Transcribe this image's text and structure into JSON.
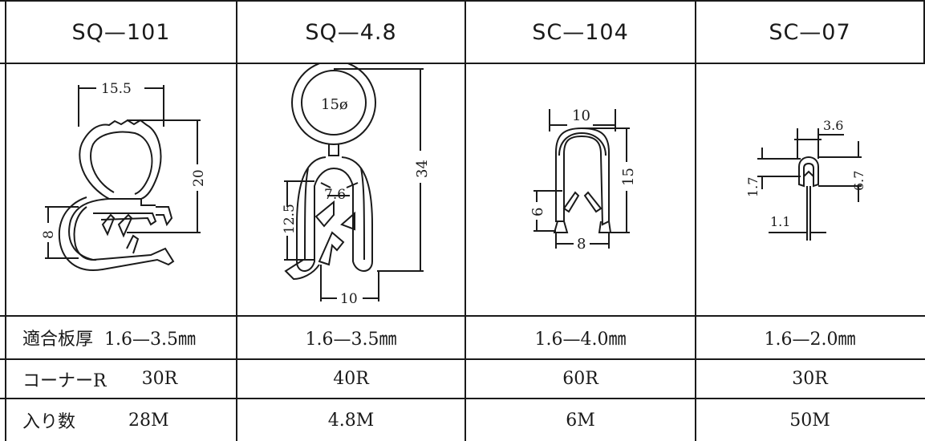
{
  "columns": [
    {
      "model": "SQ—101"
    },
    {
      "model": "SQ—4.8"
    },
    {
      "model": "SC—104"
    },
    {
      "model": "SC—07"
    }
  ],
  "rows": {
    "thickness": {
      "label": "適合板厚",
      "values": [
        "1.6—3.5㎜",
        "1.6—3.5㎜",
        "1.6—4.0㎜",
        "1.6—2.0㎜"
      ]
    },
    "corner": {
      "label": "コーナーR",
      "values": [
        "30R",
        "40R",
        "60R",
        "30R"
      ]
    },
    "quantity": {
      "label": "入り数",
      "values": [
        "28M",
        "4.8M",
        "6M",
        "50M"
      ]
    }
  },
  "dimensions": {
    "sq101": {
      "width": "15.5",
      "height": "20",
      "lip": "8"
    },
    "sq48": {
      "bulb": "15ø",
      "inner": "7.6",
      "height": "34",
      "grip": "12.5",
      "base": "10"
    },
    "sc104": {
      "top": "10",
      "height": "15",
      "grip": "6",
      "inner": "8"
    },
    "sc07": {
      "top": "3.6",
      "left": "1.7",
      "height": "6.7",
      "inner": "1.1"
    }
  }
}
